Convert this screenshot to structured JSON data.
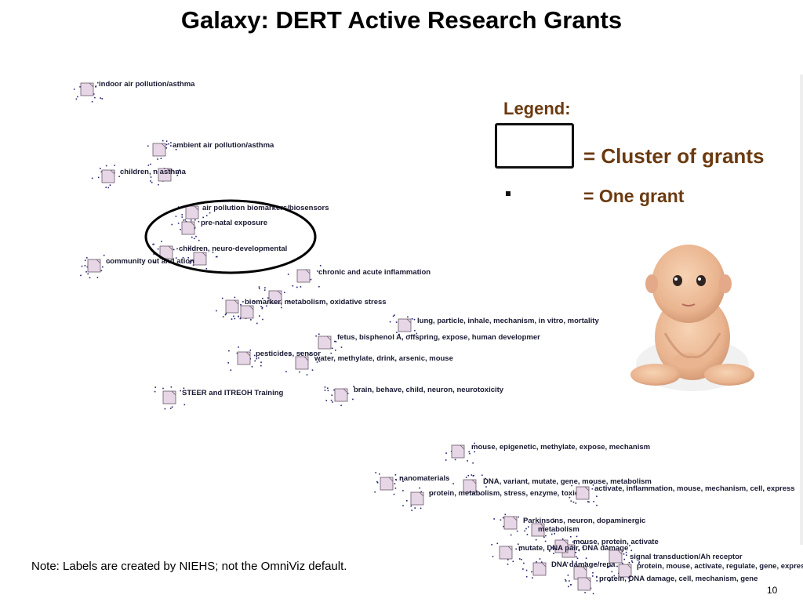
{
  "title": "Galaxy: DERT Active Research Grants",
  "legend": {
    "title": "Legend:",
    "cluster_text": "= Cluster of grants",
    "grant_text": "= One grant"
  },
  "clusters": [
    "indoor air pollution/asthma",
    "ambient air pollution/asthma",
    "children, n   asthma",
    "air pollution biomarkers/biosensors",
    "pre-natal exposure",
    "children, neuro-developmental",
    "community out       and        ation",
    "chronic and acute inflammation",
    "biomarker, metabolism, oxidative stress",
    "lung, particle, inhale, mechanism, in vitro, mortality",
    "fetus, bisphenol A, offspring, expose, human developmer",
    "pesticides, sensor",
    "water, methylate, drink, arsenic, mouse",
    "brain, behave, child, neuron, neurotoxicity",
    "STEER and ITREOH Training",
    "mouse, epigenetic, methylate, expose, mechanism",
    "nanomaterials",
    "DNA, variant, mutate, gene, mouse, metabolism",
    "protein, metabolism, stress, enzyme, toxicit",
    "activate, inflammation, mouse, mechanism, cell, express",
    "Parkinsons, neuron, dopaminergic",
    "metabolism",
    "mouse, protein, activate",
    "mutate, DNA   pair, DNA damage",
    "signal transduction/Ah receptor",
    "DNA damage/repa",
    "protein, mouse, activate, regulate, gene, expres",
    "protein, DNA damage, cell, mechanism, gene"
  ],
  "note": "Note: Labels are created by NIEHS; not the OmniViz default.",
  "page_number": "10",
  "colors": {
    "legend_text": "#6b3a10",
    "cluster_fill": "#e6d6e6",
    "grant_dot": "#24246e"
  }
}
